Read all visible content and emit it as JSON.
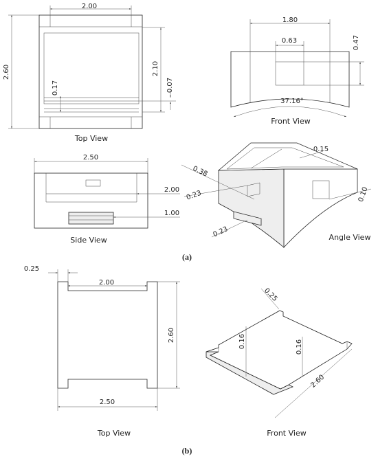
{
  "panel_a": {
    "caption": "(a)",
    "top_view": {
      "label": "Top View",
      "dims": {
        "width": "2.00",
        "height": "2.60",
        "inner": "2.10",
        "gap": "0.07",
        "lip": "0.17"
      }
    },
    "front_view": {
      "label": "Front View",
      "dims": {
        "width": "1.80",
        "window": "0.63",
        "window_h": "0.47",
        "arc": "37.16°"
      }
    },
    "side_view": {
      "label": "Side View",
      "dims": {
        "width": "2.50",
        "slot": "2.00",
        "tab": "1.00"
      }
    },
    "angle_view": {
      "label": "Angle View",
      "dims": {
        "a": "0.15",
        "b": "0.38",
        "c": "0.23",
        "d": "0.23",
        "e": "0.10"
      }
    }
  },
  "panel_b": {
    "caption": "(b)",
    "top_view": {
      "label": "Top View",
      "dims": {
        "notch": "0.25",
        "inner": "2.00",
        "length": "2.60",
        "width": "2.50"
      }
    },
    "front_view": {
      "label": "Front View",
      "dims": {
        "notch": "0.25",
        "t1": "0.16",
        "t2": "0.16",
        "length": "2.60"
      }
    }
  }
}
